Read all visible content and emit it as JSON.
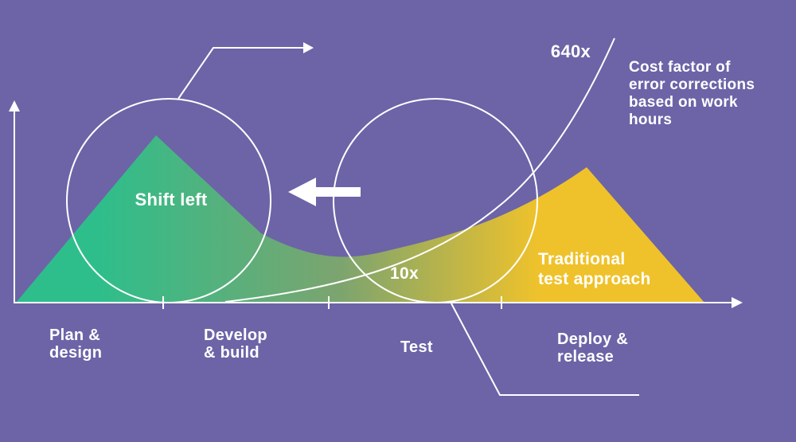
{
  "colors": {
    "background": "#6C64A7",
    "mountain_green": "#2EBE8B",
    "mountain_mid": "#7CA46F",
    "mountain_yellow": "#EFC22B",
    "line_white": "#FFFFFF"
  },
  "annotations": {
    "shift_left_label": "Shift left",
    "traditional_label": {
      "lines": [
        "Traditional",
        "test approach"
      ]
    },
    "multiplier_mid": "10x",
    "multiplier_top": "640x",
    "cost_note": {
      "lines": [
        "Cost factor of",
        "error corrections",
        "based on work",
        "hours"
      ]
    }
  },
  "axis": {
    "phases": [
      {
        "lines": [
          "Plan &",
          "design"
        ]
      },
      {
        "lines": [
          "Develop",
          "& build"
        ]
      },
      {
        "lines": [
          "Test"
        ]
      },
      {
        "lines": [
          "Deploy &",
          "release"
        ]
      }
    ]
  }
}
